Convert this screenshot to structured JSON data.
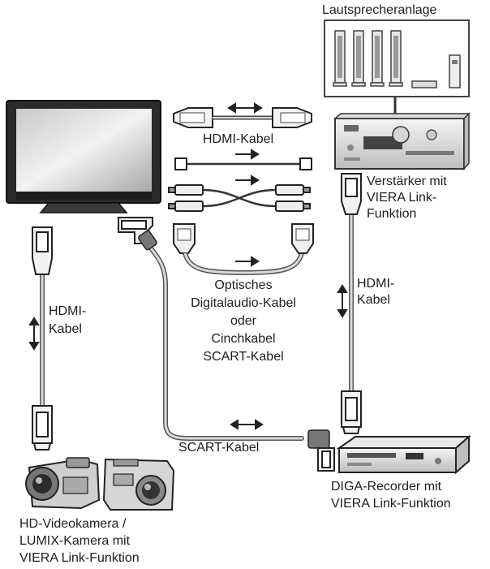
{
  "labels": {
    "speaker_system": "Lautsprecheranlage",
    "hdmi_cable_top": "HDMI-Kabel",
    "amplifier": [
      "Verstärker mit",
      "VIERA Link-",
      "Funktion"
    ],
    "optical_cinch_scart": [
      "Optisches",
      "Digitalaudio-Kabel",
      "oder",
      "Cinchkabel",
      "SCART-Kabel"
    ],
    "hdmi_cable_right": [
      "HDMI-",
      "Kabel"
    ],
    "hdmi_cable_left": [
      "HDMI-",
      "Kabel"
    ],
    "scart_cable_bottom": "SCART-Kabel",
    "recorder": [
      "DIGA-Recorder mit",
      "VIERA Link-Funktion"
    ],
    "camera": [
      "HD-Videokamera /",
      "LUMIX-Kamera mit",
      "VIERA Link-Funktion"
    ]
  }
}
